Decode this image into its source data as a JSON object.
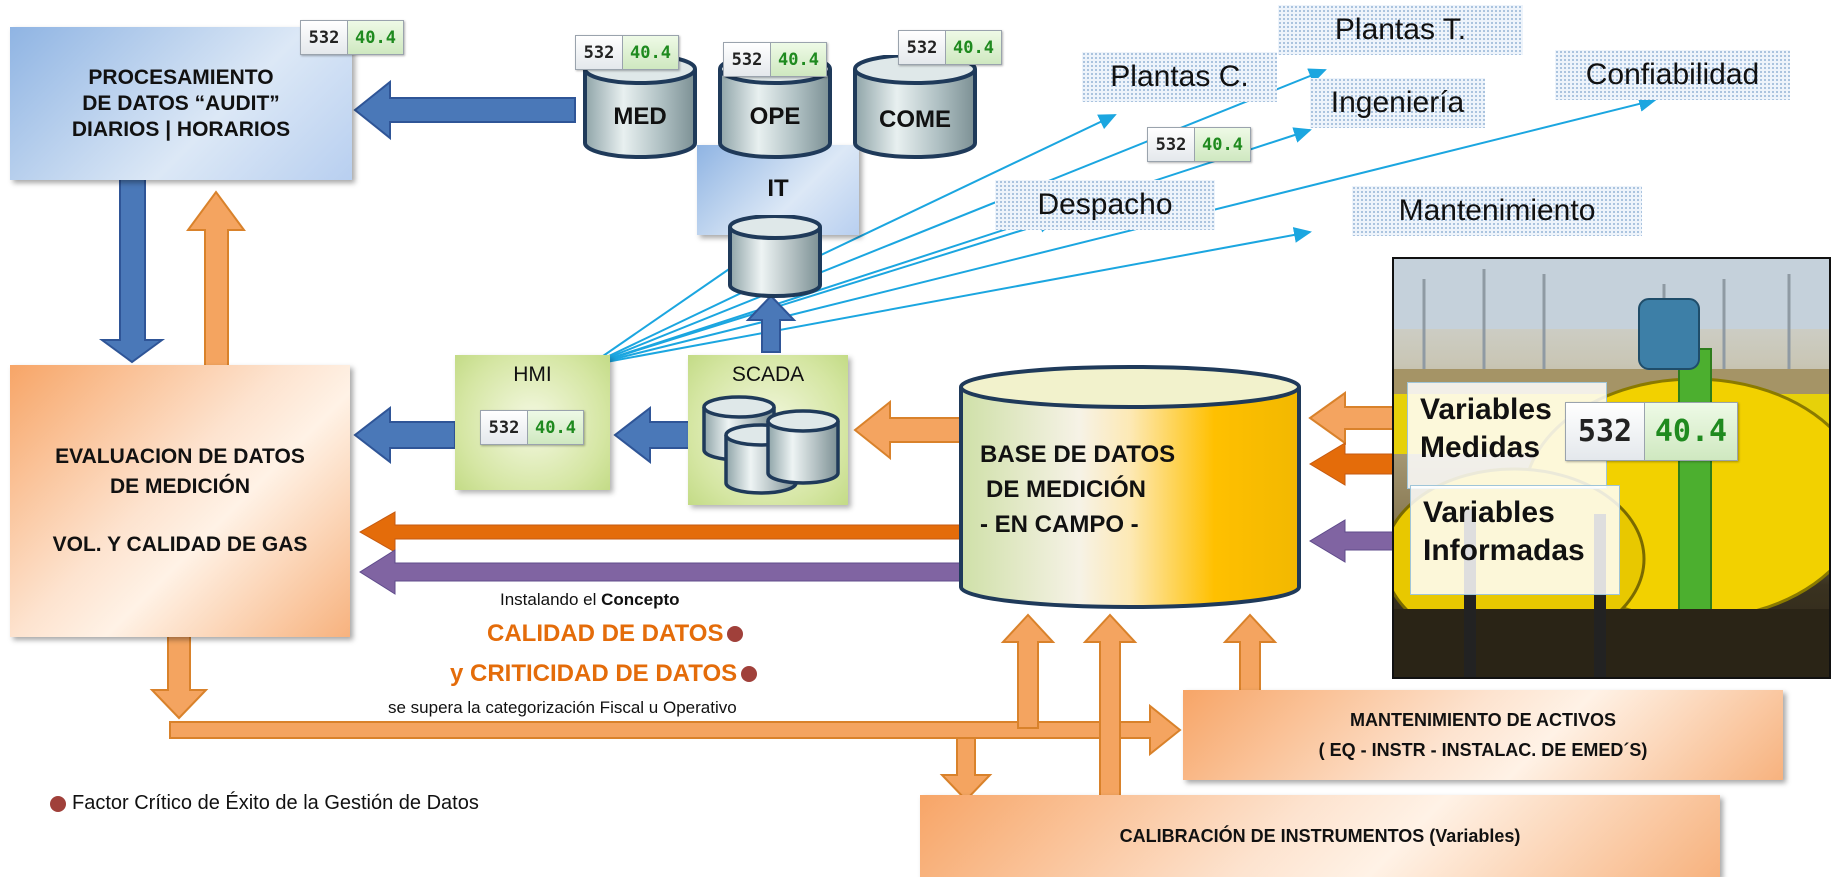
{
  "boxes": {
    "procesamiento": {
      "line1": "PROCESAMIENTO",
      "line2": "DE DATOS “AUDIT”",
      "line3": "DIARIOS | HORARIOS"
    },
    "evaluacion": {
      "line1": "EVALUACION DE DATOS",
      "line2": "DE MEDICIÓN",
      "line3": "VOL. Y CALIDAD DE GAS"
    },
    "base_datos": {
      "line1": "BASE DE DATOS",
      "line2": "DE MEDICIÓN",
      "line3": "- EN CAMPO -"
    },
    "mantenimiento": {
      "line1": "MANTENIMIENTO DE ACTIVOS",
      "line2": "( EQ - INSTR - INSTALAC. DE EMED´S)"
    },
    "calibracion": "CALIBRACIÓN DE INSTRUMENTOS (Variables)",
    "it": "IT",
    "hmi": "HMI",
    "scada": "SCADA"
  },
  "databases": [
    "MED",
    "OPE",
    "COME"
  ],
  "destinations": {
    "plantas_t": "Plantas T.",
    "plantas_c": "Plantas C.",
    "ingenieria": "Ingeniería",
    "confiabilidad": "Confiabilidad",
    "despacho": "Despacho",
    "mantenimiento": "Mantenimiento"
  },
  "badge": {
    "left": "532",
    "right": "40.4"
  },
  "variables": {
    "medidas": {
      "line1": "Variables",
      "line2": "Medidas"
    },
    "informadas": {
      "line1": "Variables",
      "line2": "Informadas"
    }
  },
  "concept": {
    "installing_prefix": "Instalando el",
    "installing_bold": "Concepto",
    "calidad": "CALIDAD DE DATOS",
    "criticidad": "y CRITICIDAD DE DATOS",
    "supera": "se supera la categorización Fiscal u Operativo"
  },
  "legend": "Factor Crítico de Éxito de la Gestión de Datos",
  "colors": {
    "blue_arrow": "#4a78b8",
    "orange_arrow": "#f4a460",
    "dark_orange_arrow": "#e46c0a",
    "purple_arrow": "#8064a2",
    "cyan_line": "#1ba6e0",
    "bullet": "#a0403a",
    "highlight_text": "#e46c0a"
  }
}
